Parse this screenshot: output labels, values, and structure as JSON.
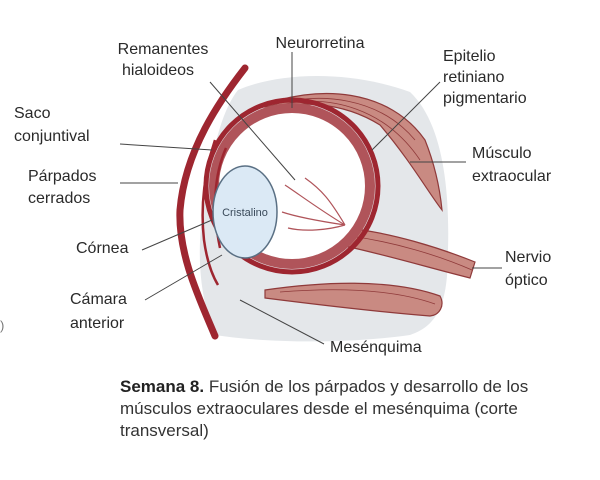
{
  "labels": {
    "remanentes_1": "Remanentes",
    "remanentes_2": "hialoideos",
    "neurorretina": "Neurorretina",
    "epitelio_1": "Epitelio",
    "epitelio_2": "retiniano",
    "epitelio_3": "pigmentario",
    "saco_1": "Saco",
    "saco_2": "conjuntival",
    "parpados_1": "Párpados",
    "parpados_2": "cerrados",
    "cornea": "Córnea",
    "camara_1": "Cámara",
    "camara_2": "anterior",
    "musculo_1": "Músculo",
    "musculo_2": "extraocular",
    "nervio_1": "Nervio",
    "nervio_2": "óptico",
    "mesenquima": "Mesénquima",
    "cristalino": "Cristalino"
  },
  "caption": {
    "bold": "Semana 8.",
    "text": " Fusión de los párpados y desarrollo de los músculos extraoculares desde el mesénquima (corte transversal)"
  },
  "colors": {
    "mesenchyme": "#e4e7ea",
    "eyelid": "#9e2630",
    "retina": "#b0545a",
    "muscle": "#b76a62",
    "lens": "#dbe9f5"
  }
}
